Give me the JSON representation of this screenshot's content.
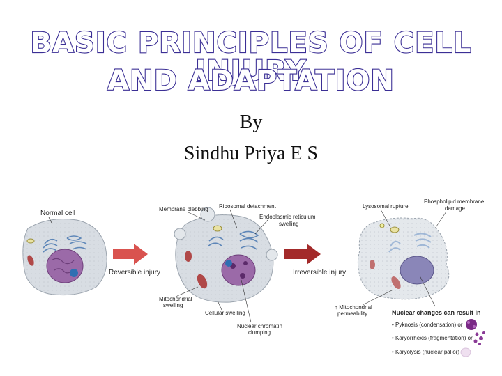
{
  "slide": {
    "title_line1": "BASIC PRINCIPLES OF CELL INJURY",
    "title_line2": "AND ADAPTATION",
    "by": "By",
    "author": "Sindhu Priya E S"
  },
  "diagram": {
    "labels": {
      "normal_cell": "Normal cell",
      "reversible": "Reversible injury",
      "irreversible": "Irreversible injury",
      "membrane_blebbing": "Membrane blebbing",
      "ribosomal": "Ribosomal detachment",
      "er_swelling_1": "Endoplasmic reticulum",
      "er_swelling_2": "swelling",
      "mito_swelling_1": "Mitochondrial",
      "mito_swelling_2": "swelling",
      "cellular_swelling": "Cellular swelling",
      "chromatin_1": "Nuclear chromatin",
      "chromatin_2": "clumping",
      "lysosomal": "Lysosomal rupture",
      "phospholipid_1": "Phospholipid membrane",
      "phospholipid_2": "damage",
      "mito_perm_1": "↑ Mitochondrial",
      "mito_perm_2": "permeability",
      "nuclear_changes": "Nuclear changes can result in",
      "pyknosis": "• Pyknosis (condensation) or",
      "karyorrhexis": "• Karyorrhexis (fragmentation) or",
      "karyolysis": "• Karyolysis (nuclear pallor)"
    },
    "colors": {
      "title_outline": "#3b2f95",
      "arrow_reversible": "#d9534f",
      "arrow_irreversible": "#a32a2a",
      "nucleus_normal": "#9b6aa8",
      "nucleus_pale": "#8a86b8",
      "mitochondria": "#b04848",
      "cytoplasm": "#d8dde3",
      "er": "#5d86b8"
    }
  }
}
